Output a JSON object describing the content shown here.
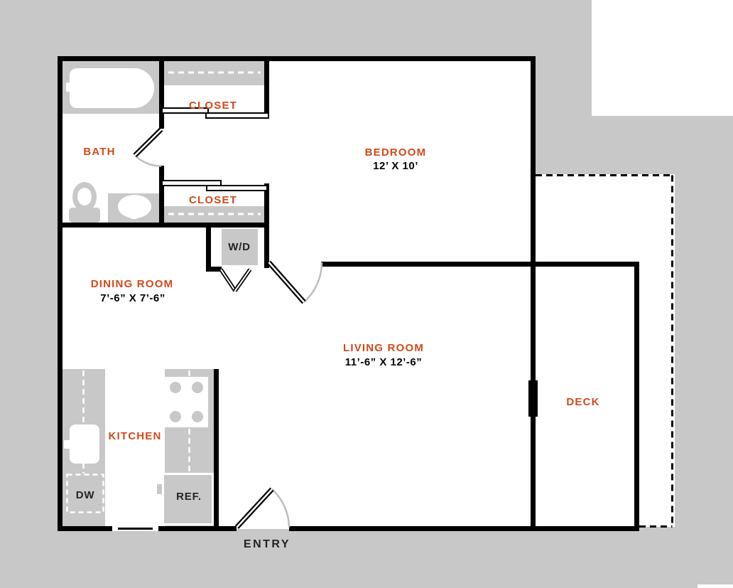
{
  "colors": {
    "background_gray": "#c8c8c8",
    "floor_white": "#ffffff",
    "wall_black": "#000000",
    "accent_orange": "#d2491b",
    "door_arc_gray": "#bdbdbd",
    "dark_text": "#232323"
  },
  "rooms": {
    "bath": {
      "label": "BATH"
    },
    "closet_top": {
      "label": "CLOSET"
    },
    "closet_bottom": {
      "label": "CLOSET"
    },
    "bedroom": {
      "label": "BEDROOM",
      "dims": "12’ X 10’"
    },
    "dining": {
      "label": "DINING ROOM",
      "dims": "7’-6” X 7’-6”"
    },
    "living": {
      "label": "LIVING ROOM",
      "dims": "11’-6” X 12’-6”"
    },
    "kitchen": {
      "label": "KITCHEN"
    },
    "deck": {
      "label": "DECK"
    },
    "entry": {
      "label": "ENTRY"
    },
    "washer_dryer": {
      "label": "W/D"
    },
    "dishwasher": {
      "label": "DW"
    },
    "refrigerator": {
      "label": "REF."
    }
  }
}
